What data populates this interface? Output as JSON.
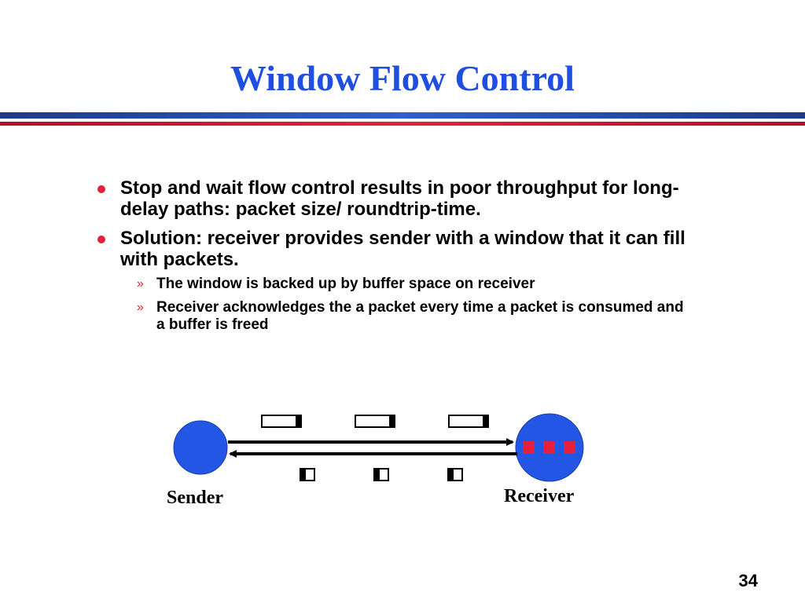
{
  "slide": {
    "title": "Window Flow Control",
    "bullets": [
      {
        "text": "Stop and wait flow control results in poor throughput for long-delay paths:  packet size/ roundtrip-time."
      },
      {
        "text": "Solution: receiver provides sender with a window that it can fill with packets."
      }
    ],
    "sub_bullets": [
      {
        "marker": "»",
        "text": "The window is backed up by buffer space on receiver"
      },
      {
        "marker": "»",
        "text": "Receiver acknowledges the a packet every time a packet is consumed and a buffer is freed"
      }
    ],
    "diagram": {
      "sender_label": "Sender",
      "receiver_label": "Receiver",
      "packets_in_flight": 3,
      "acks_in_flight": 3,
      "receiver_buffers_filled": 3
    },
    "page_number": "34"
  },
  "colors": {
    "title": "#1f4fe0",
    "bullet_dot": "#e4213d",
    "node_fill": "#2456e6",
    "buffer": "#e4213d",
    "band_blue": "#2f5fd0",
    "band_red": "#e4213d"
  }
}
